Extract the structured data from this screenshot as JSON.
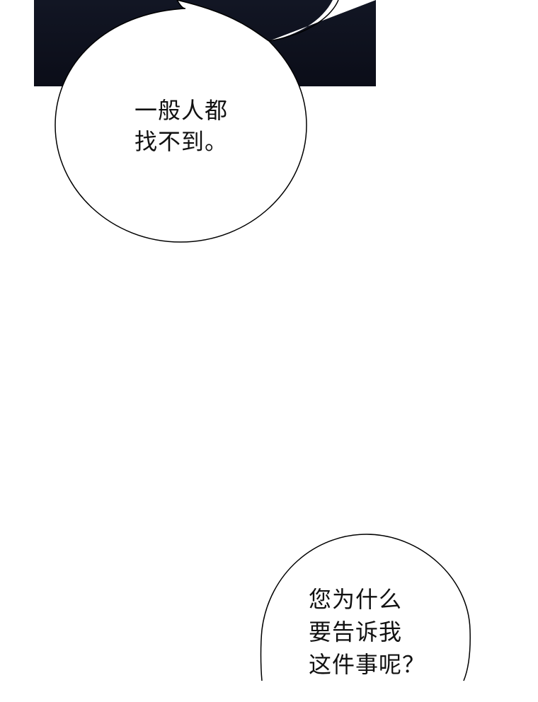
{
  "comic": {
    "bubble_top": {
      "line1": "一般人都",
      "line2": "找不到。"
    },
    "bubble_bottom": {
      "line1": "您为什么",
      "line2": "要告诉我",
      "line3": "这件事呢？"
    }
  },
  "colors": {
    "panel": "#0e1120",
    "bubble_fill": "#ffffff",
    "bubble_stroke": "#000000"
  }
}
